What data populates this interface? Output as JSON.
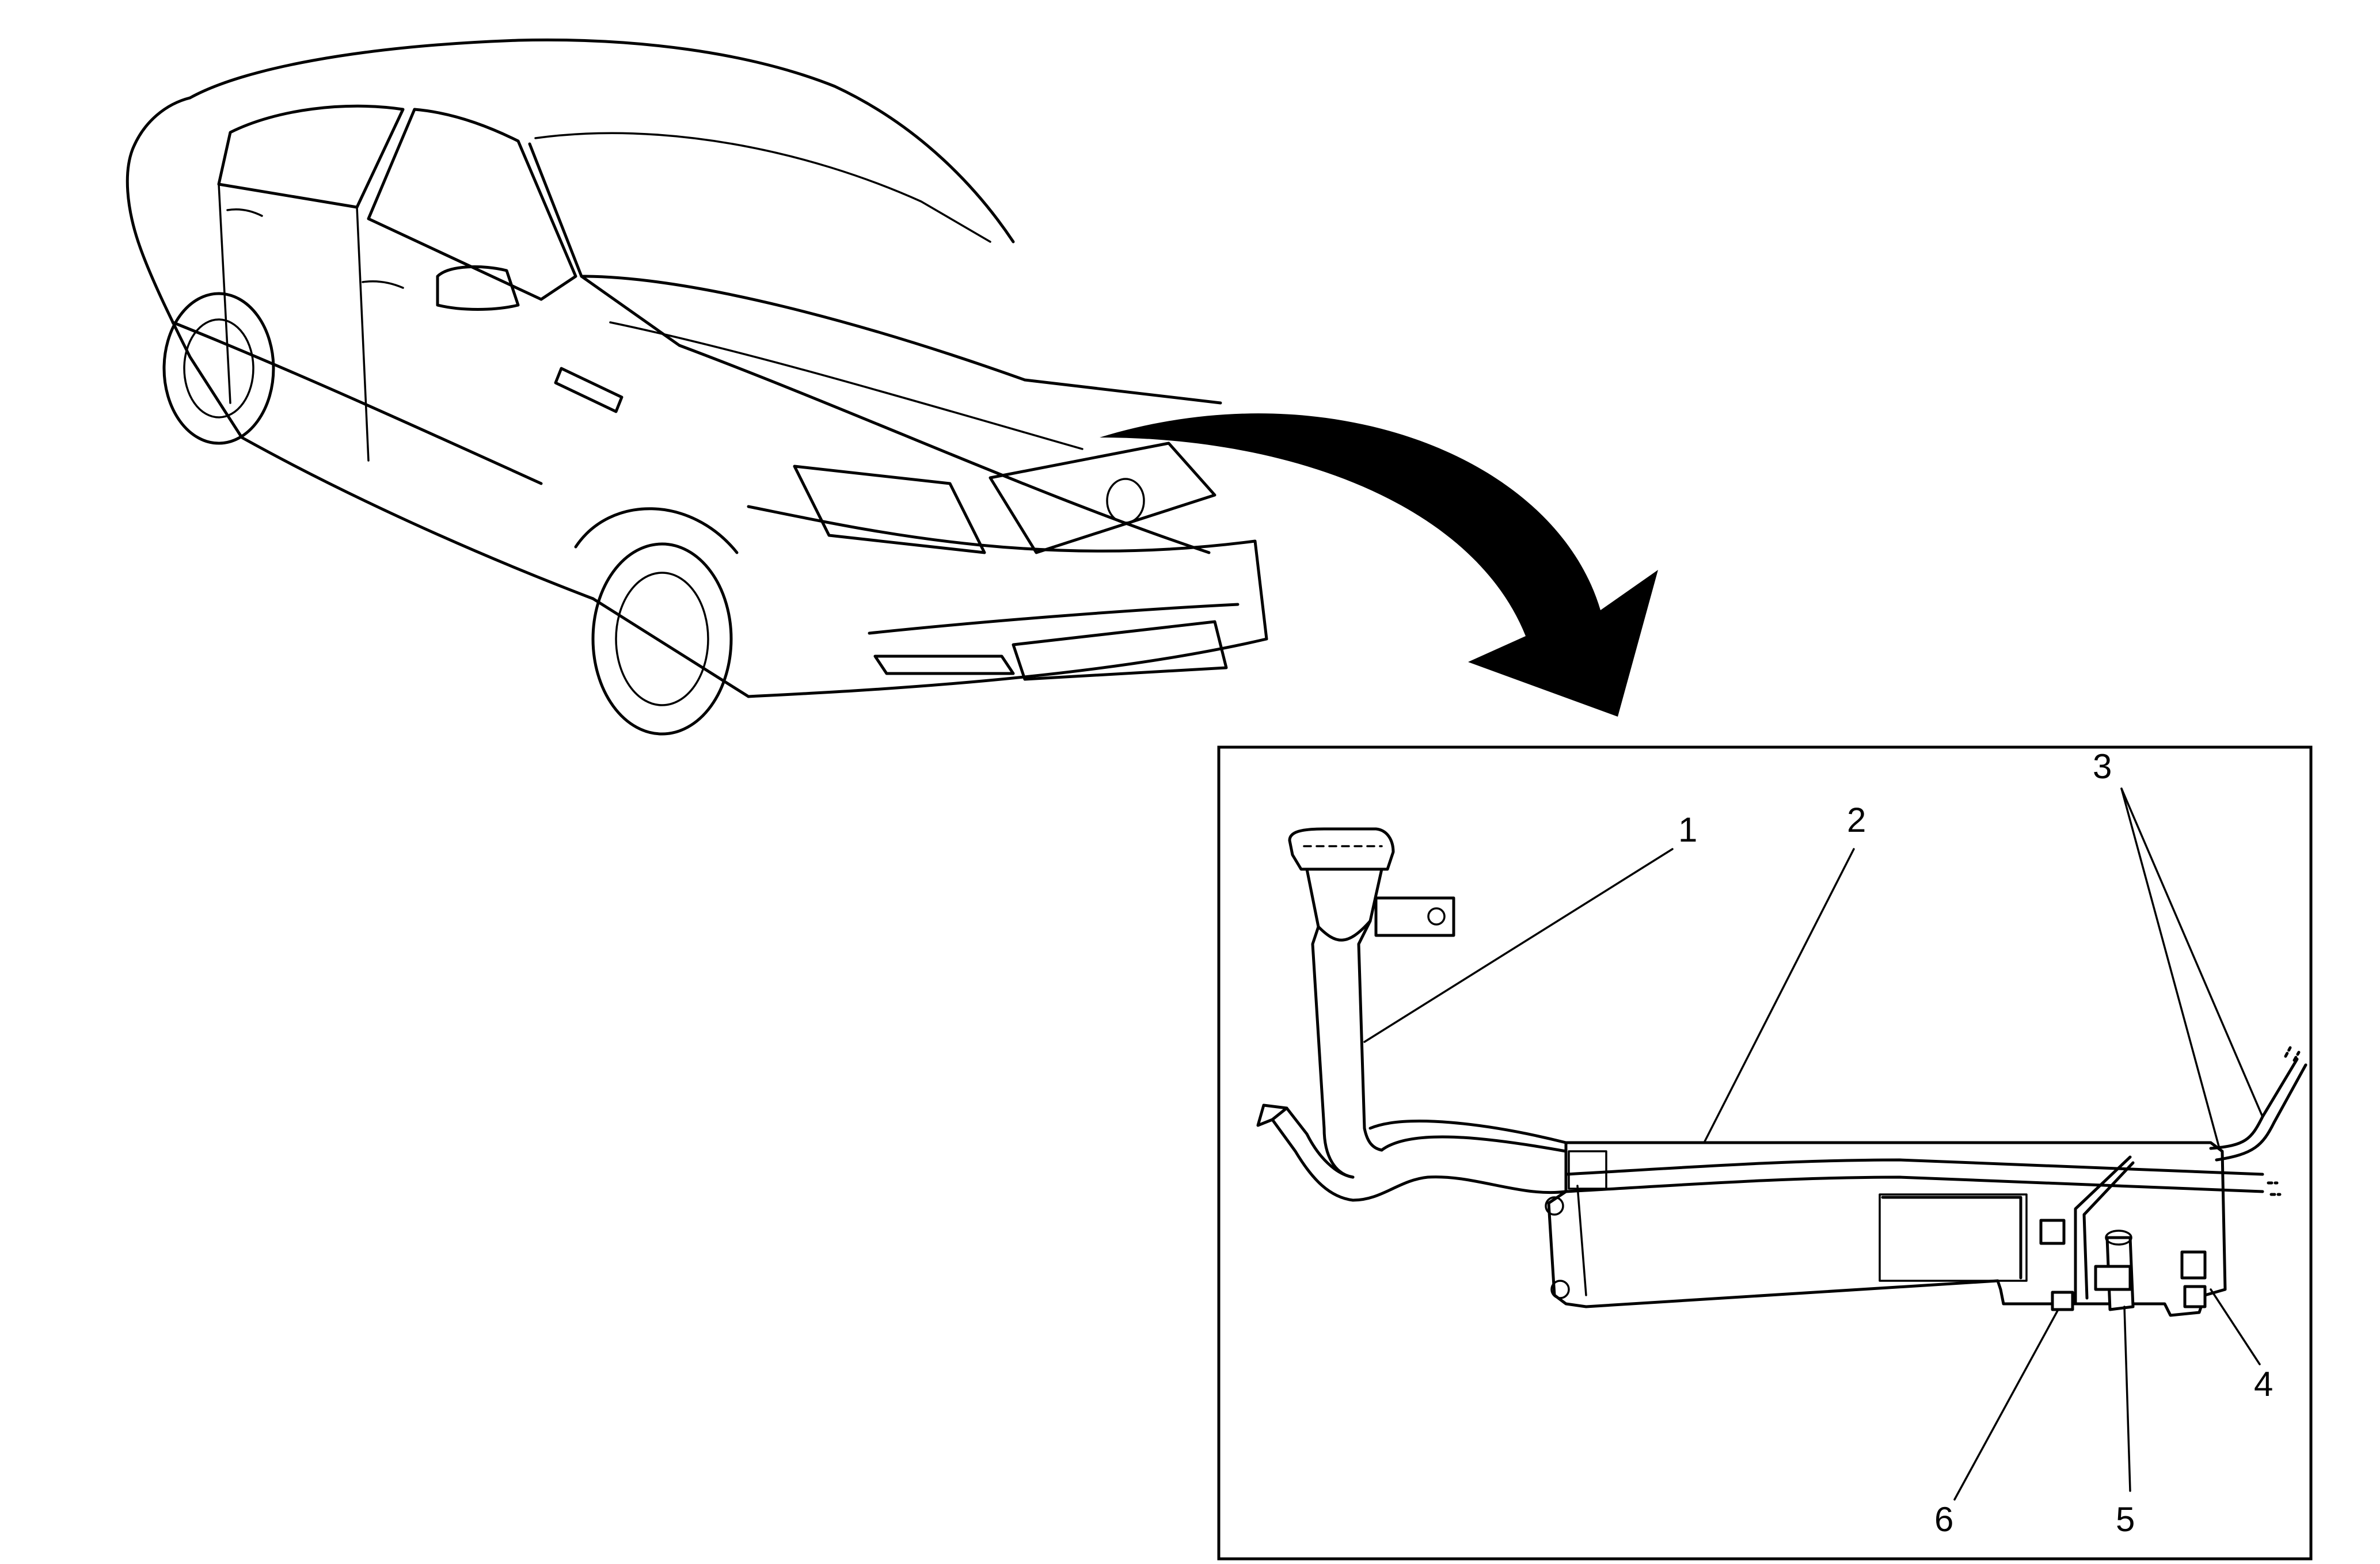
{
  "callouts": {
    "c1": "1",
    "c2": "2",
    "c3": "3",
    "c4": "4",
    "c5": "5",
    "c6": "6"
  },
  "icons": {
    "vehicle": "sedan-front-three-quarter-icon",
    "pointer": "curved-arrow-icon",
    "assembly": "washer-reservoir-assembly-icon"
  },
  "colors": {
    "line": "#000000",
    "background": "#ffffff"
  }
}
